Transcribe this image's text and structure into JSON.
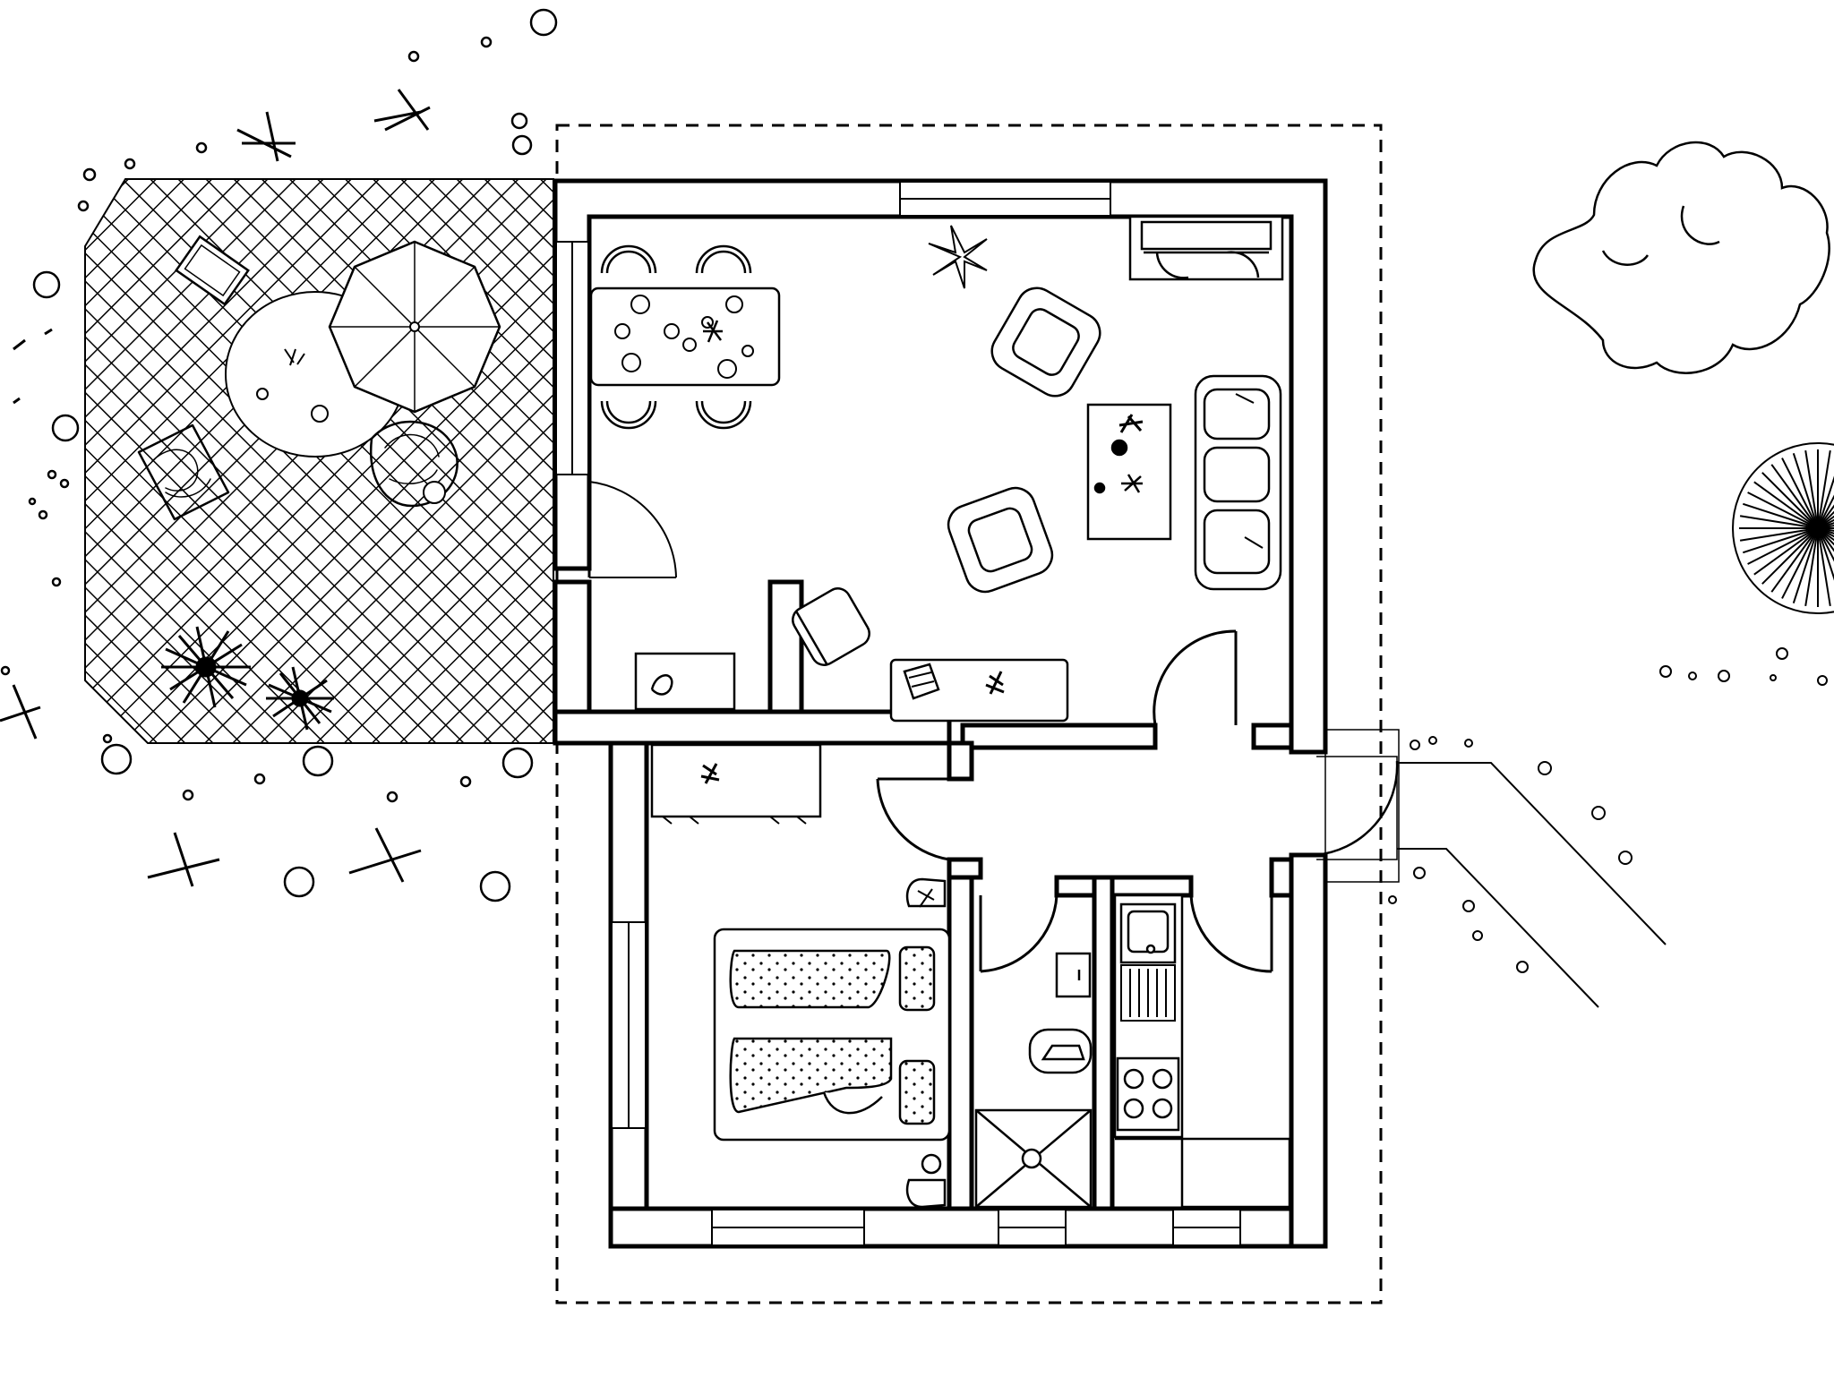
{
  "figure": {
    "type": "architectural-floor-plan",
    "labels": [],
    "style": {
      "ink": "#000000",
      "paper": "#ffffff",
      "wall_fill": "#ffffff"
    }
  },
  "elements": {
    "exterior": [
      "terrace-lattice-paving",
      "round-table",
      "parasol",
      "lounge-chair",
      "garden-chairs",
      "palm-plants",
      "shrubs-and-trees",
      "entry-path"
    ],
    "living_room": [
      "dining-table",
      "dining-chairs",
      "armchairs",
      "sofa",
      "coffee-table",
      "tv-unit",
      "desk",
      "floor-plant",
      "terrace-door"
    ],
    "bedroom": [
      "double-bed",
      "pillows",
      "nightstands",
      "wardrobe",
      "window"
    ],
    "bathroom": [
      "shower",
      "toilet",
      "washbasin"
    ],
    "kitchen": [
      "sink",
      "drainboard",
      "cooktop",
      "counter"
    ],
    "hall": [
      "entrance-door",
      "swing-doors"
    ]
  }
}
